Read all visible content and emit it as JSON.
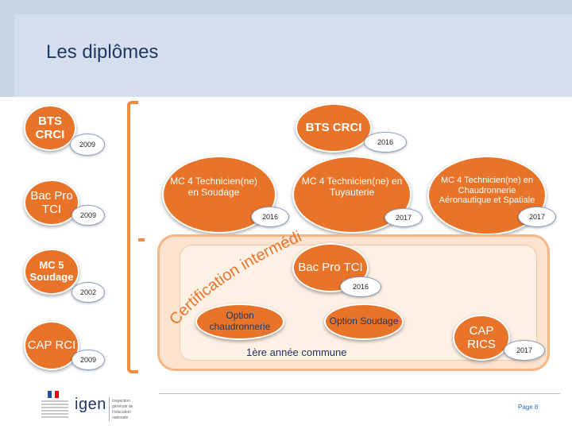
{
  "title": "Les diplômes",
  "left": {
    "bts": {
      "label": "BTS CRCI",
      "year": "2009"
    },
    "bacpro": {
      "label": "Bac Pro TCI",
      "year": "2009"
    },
    "mc5": {
      "label": "MC 5 Soudage",
      "year": "2002"
    },
    "cap": {
      "label": "CAP RCI",
      "year": "2009"
    }
  },
  "right": {
    "bts": {
      "label": "BTS CRCI",
      "year": "2016"
    },
    "mc4_soudage": {
      "label": "MC 4 Technicien(ne) en Soudage",
      "year": "2016"
    },
    "mc4_tuyauterie": {
      "label": "MC 4 Technicien(ne) en Tuyauterie",
      "year": "2017"
    },
    "mc4_chaudronnerie": {
      "label": "MC 4 Technicien(ne) en Chaudronnerie Aéronautique et Spatiale",
      "year": "2017"
    },
    "bacpro": {
      "label": "Bac Pro TCI",
      "year": "2016"
    },
    "option_chaud": {
      "label": "Option chaudronnerie"
    },
    "option_soudage": {
      "label": "Option Soudage"
    },
    "commune": {
      "label": "1ère année commune"
    },
    "cap": {
      "label": "CAP RICS",
      "year": "2017"
    },
    "certif": {
      "label": "Certification intermédiaire"
    }
  },
  "footer": {
    "logo_text": "igen",
    "logo_subtext": "Inspection générale de l'éducation nationale",
    "page": "Page 8"
  },
  "colors": {
    "accent": "#e8742a",
    "header": "#c9d4e6",
    "zone": "#fbe3cf"
  }
}
